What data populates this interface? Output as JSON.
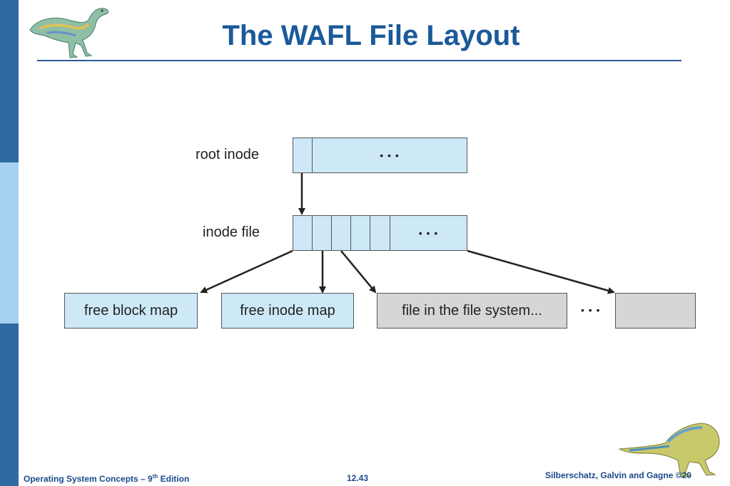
{
  "slide": {
    "title": "The WAFL File Layout",
    "colors": {
      "title": "#1a5a9a",
      "sidebar_dark": "#2f6aa3",
      "sidebar_light": "#a7d2f2",
      "box_blue": "#cde9f8",
      "box_gray": "#d6d6d6"
    }
  },
  "diagram": {
    "root_label": "root inode",
    "inode_file_label": "inode file",
    "root_ellipsis": "• • •",
    "inode_ellipsis": "• • •",
    "between_ellipsis": "• • •",
    "boxes": [
      "free block map",
      "free inode map",
      "file in the file system..."
    ]
  },
  "footer": {
    "book": "Operating System Concepts  – 9",
    "book_sup": "th",
    "book_suffix": " Edition",
    "page": "12.43",
    "authors": "Silberschatz, Galvin and Gagne ©20"
  }
}
